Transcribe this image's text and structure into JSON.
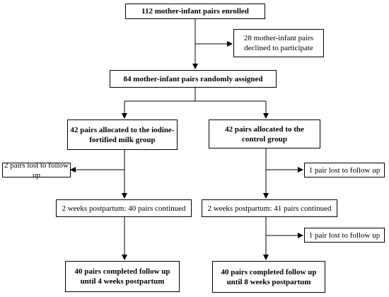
{
  "nodes": {
    "enrolled": "112 mother-infant pairs enrolled",
    "declined": [
      "28 mother-infant pairs",
      "declined to participate"
    ],
    "randomized": "84 mother-infant pairs randomly assigned",
    "group_left": [
      "42 pairs allocated to the iodine-",
      "fortified milk group"
    ],
    "group_right": [
      "42 pairs allocated to the",
      "control group"
    ],
    "lost_left": "2 pairs lost to follow up",
    "lost_right_1": "1 pair lost to follow up",
    "week2_left": "2 weeks postpartum: 40 pairs continued",
    "week2_right": "2 weeks postpartum: 41 pairs continued",
    "lost_right_2": "1 pair lost to follow up",
    "complete_left": [
      "40 pairs completed follow up",
      "until 4 weeks postpartum"
    ],
    "complete_right": [
      "40 pairs completed follow up",
      "until 8 weeks postpartum"
    ]
  }
}
